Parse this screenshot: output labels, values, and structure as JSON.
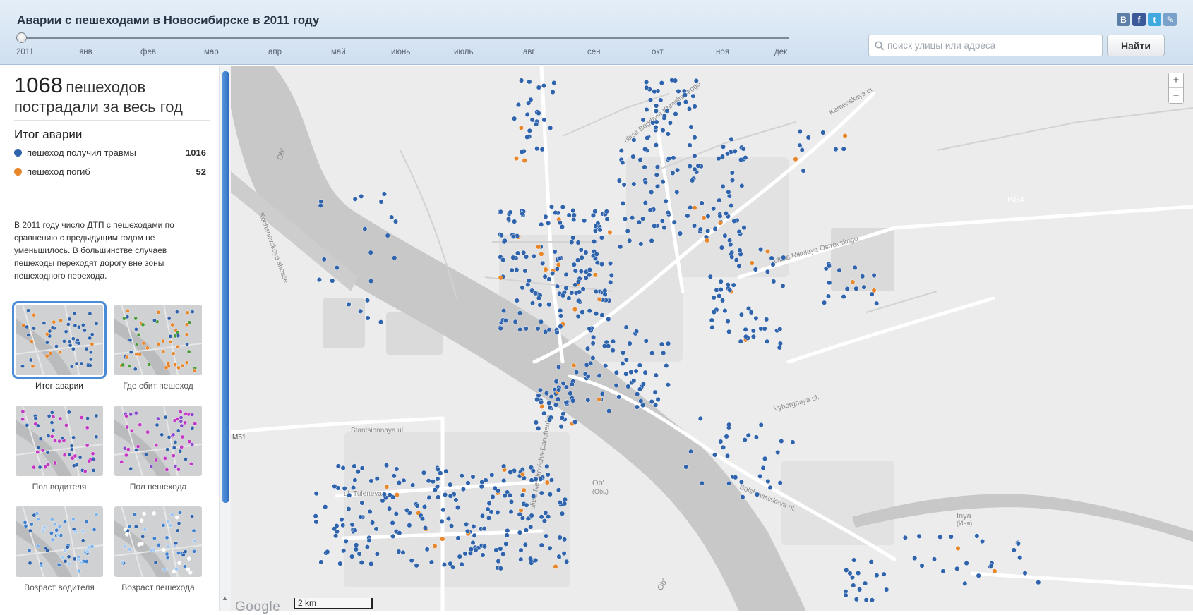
{
  "header": {
    "title": "Аварии с пешеходами в Новосибирске в 2011 году",
    "timeline_labels": [
      "2011",
      "янв",
      "фев",
      "мар",
      "апр",
      "май",
      "июнь",
      "июль",
      "авг",
      "сен",
      "окт",
      "ноя",
      "дек"
    ],
    "share": [
      {
        "name": "vkontakte",
        "glyph": "B",
        "color": "#5b7fa6"
      },
      {
        "name": "facebook",
        "glyph": "f",
        "color": "#3b5998"
      },
      {
        "name": "twitter",
        "glyph": "t",
        "color": "#3fa9e0"
      },
      {
        "name": "edit",
        "glyph": "✎",
        "color": "#7aa1c9"
      }
    ],
    "search": {
      "placeholder": "поиск улицы или адреса",
      "value": ""
    },
    "find_label": "Найти"
  },
  "summary": {
    "total": "1068",
    "total_unit": "пешеходов",
    "caption": "пострадали за весь год"
  },
  "legend": {
    "title": "Итог аварии",
    "items": [
      {
        "label": "пешеход получил травмы",
        "value": "1016",
        "color": "#2f63ac"
      },
      {
        "label": "пешеход погиб",
        "value": "52",
        "color": "#e8862a"
      }
    ]
  },
  "description": "В 2011 году число ДТП с пешеходами по сравнению с предыдущим годом не уменьшилось. В большинстве случаев пешеходы переходят дорогу вне зоны пешеходного перехода.",
  "views": [
    {
      "label": "Итог аварии",
      "active": true
    },
    {
      "label": "Где сбит пешеход",
      "active": false
    },
    {
      "label": "Пол водителя",
      "active": false
    },
    {
      "label": "Пол пешехода",
      "active": false
    },
    {
      "label": "Возраст водителя",
      "active": false
    },
    {
      "label": "Возраст пешехода",
      "active": false
    }
  ],
  "map": {
    "zoom_in": "+",
    "zoom_out": "−",
    "scale": "2 km",
    "logo": "Google",
    "labels": [
      "Ob'",
      "Ob'",
      "Ob'",
      "(Обь)",
      "Inya",
      "(Иня)",
      "P384",
      "M51",
      "Kochenevskoye shosse",
      "ulitsa Bogdana Khmelnitskogo",
      "Kamenskaya ul.",
      "ulitsa Nemirovicha-Danchenko",
      "Bolshevistskaya ul.",
      "Vyborgnaya ul.",
      "Stantsionnaya ul.",
      "ul. Tuleneva",
      "ulitsa Nikolaya Ostrovskogo"
    ]
  },
  "colors": {
    "injured": "#2f63ac",
    "killed": "#e8862a",
    "accent": "#4a8bd8"
  }
}
